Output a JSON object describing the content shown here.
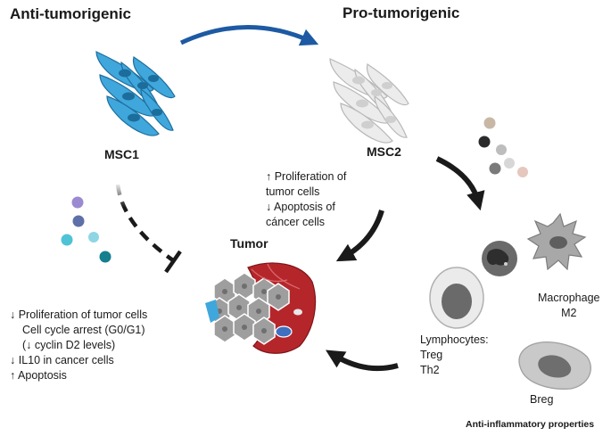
{
  "headings": {
    "anti": "Anti-tumorigenic",
    "pro": "Pro-tumorigenic"
  },
  "cells": {
    "msc1": "MSC1",
    "msc2": "MSC2",
    "tumor": "Tumor"
  },
  "center_effects": [
    "↑ Proliferation of",
    "tumor cells",
    "↓ Apoptosis of",
    "cáncer cells"
  ],
  "left_effects": [
    "↓ Proliferation of  tumor cells",
    "Cell cycle arrest  (G0/G1)",
    "(↓ cyclin D2 levels)",
    "↓ IL10 in cancer cells",
    "↑ Apoptosis"
  ],
  "immune": {
    "macrophage": [
      "Macrophage",
      "M2"
    ],
    "lymphocytes": [
      "Lymphocytes:",
      "Treg",
      "Th2"
    ],
    "breg": "Breg"
  },
  "footer": "Anti-inflammatory properties",
  "colors": {
    "msc1": "#3fa7dc",
    "msc2": "#e6e6e6",
    "arrow_blue": "#1e5aa3",
    "arrow_dark": "#1a1a1a",
    "tumor_red": "#b5262b"
  }
}
